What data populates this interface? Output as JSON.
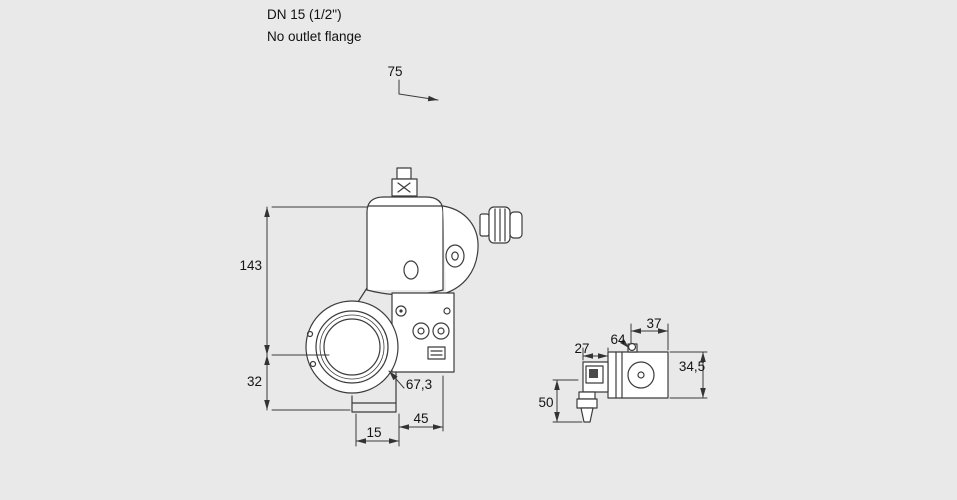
{
  "colors": {
    "background": "#e9e9e9",
    "line": "#3c3c3c",
    "text": "#141414"
  },
  "header": {
    "title": "DN 15 (1/2\")",
    "subtitle": "No outlet flange"
  },
  "front_view": {
    "dims": {
      "top_width": "75",
      "height_upper": "143",
      "height_lower": "32",
      "bottom_offset": "15",
      "bottom_width": "45",
      "bottom_total": "67,3"
    }
  },
  "side_view": {
    "dims": {
      "width_right": "37",
      "width_total": "64",
      "width_left_box": "27",
      "height_body": "34,5",
      "height_total": "50"
    }
  }
}
